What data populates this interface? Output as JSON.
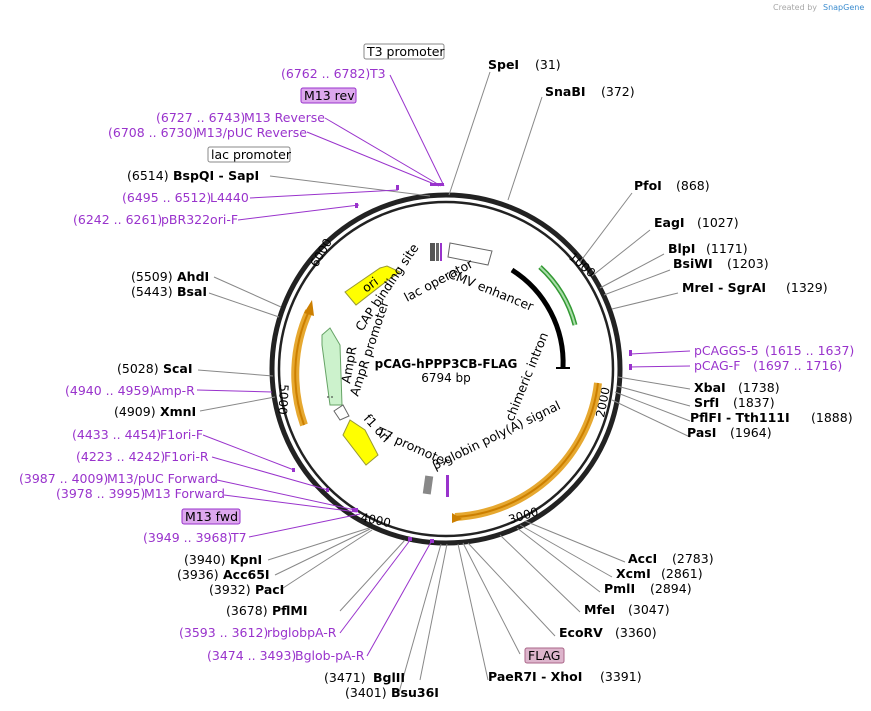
{
  "credit": {
    "prefix": "Created by",
    "brand": "SnapGene"
  },
  "plasmid": {
    "name": "pCAG-hPPP3CB-FLAG",
    "size": "6794 bp"
  },
  "ticks": [
    "1000",
    "2000",
    "3000",
    "4000",
    "5000",
    "6000"
  ],
  "enzymes": {
    "SpeI": {
      "name": "SpeI",
      "pos": "(31)"
    },
    "SnaBI": {
      "name": "SnaBI",
      "pos": "(372)"
    },
    "PfoI": {
      "name": "PfoI",
      "pos": "(868)"
    },
    "EagI": {
      "name": "EagI",
      "pos": "(1027)"
    },
    "BlpI": {
      "name": "BlpI",
      "pos": "(1171)"
    },
    "BsiWI": {
      "name": "BsiWI",
      "pos": "(1203)"
    },
    "MreI": {
      "name": "MreI - SgrAI",
      "pos": "(1329)"
    },
    "XbaI": {
      "name": "XbaI",
      "pos": "(1738)"
    },
    "SrfI": {
      "name": "SrfI",
      "pos": "(1837)"
    },
    "PflFI": {
      "name": "PflFI - Tth111I",
      "pos": "(1888)"
    },
    "PasI": {
      "name": "PasI",
      "pos": "(1964)"
    },
    "AccI": {
      "name": "AccI",
      "pos": "(2783)"
    },
    "XcmI": {
      "name": "XcmI",
      "pos": "(2861)"
    },
    "PmlI": {
      "name": "PmlI",
      "pos": "(2894)"
    },
    "MfeI": {
      "name": "MfeI",
      "pos": "(3047)"
    },
    "EcoRV": {
      "name": "EcoRV",
      "pos": "(3360)"
    },
    "PaeR7I": {
      "name": "PaeR7I - XhoI",
      "pos": "(3391)"
    },
    "BglII": {
      "name": "BglII",
      "pos": "(3471)"
    },
    "Bsu36I": {
      "name": "Bsu36I",
      "pos": "(3401)"
    },
    "PflMI": {
      "name": "PflMI",
      "pos": "(3678)"
    },
    "PacI": {
      "name": "PacI",
      "pos": "(3932)"
    },
    "Acc65I": {
      "name": "Acc65I",
      "pos": "(3936)"
    },
    "KpnI": {
      "name": "KpnI",
      "pos": "(3940)"
    },
    "XmnI": {
      "name": "XmnI",
      "pos": "(4909)"
    },
    "ScaI": {
      "name": "ScaI",
      "pos": "(5028)"
    },
    "BsaI": {
      "name": "BsaI",
      "pos": "(5443)"
    },
    "AhdI": {
      "name": "AhdI",
      "pos": "(5509)"
    },
    "BspQI": {
      "name": "BspQI - SapI",
      "pos": "(6514)"
    }
  },
  "primers": {
    "T3": {
      "range": "(6762 .. 6782)",
      "name": "T3"
    },
    "M13Reverse": {
      "range": "(6727 .. 6743)",
      "name": "M13 Reverse"
    },
    "M13pUCReverse": {
      "range": "(6708 .. 6730)",
      "name": "M13/pUC Reverse"
    },
    "L4440": {
      "range": "(6495 .. 6512)",
      "name": "L4440"
    },
    "pBR322ori": {
      "range": "(6242 .. 6261)",
      "name": "pBR322ori-F"
    },
    "pCAGGS5": {
      "name": "pCAGGS-5",
      "range": "(1615 .. 1637)"
    },
    "pCAGF": {
      "name": "pCAG-F",
      "range": "(1697 .. 1716)"
    },
    "AmpR": {
      "range": "(4940 .. 4959)",
      "name": "Amp-R"
    },
    "F1oriF": {
      "range": "(4433 .. 4454)",
      "name": "F1ori-F"
    },
    "F1oriR": {
      "range": "(4223 .. 4242)",
      "name": "F1ori-R"
    },
    "M13pUCForward": {
      "range": "(3987 .. 4009)",
      "name": "M13/pUC Forward"
    },
    "M13Forward": {
      "range": "(3978 .. 3995)",
      "name": "M13 Forward"
    },
    "T7": {
      "range": "(3949 .. 3968)",
      "name": "T7"
    },
    "rbglobpA": {
      "range": "(3593 .. 3612)",
      "name": "rbglobpA-R"
    },
    "BglobpA": {
      "range": "(3474 .. 3493)",
      "name": "Bglob-pA-R"
    }
  },
  "boxed": {
    "T3promoter": "T3 promoter",
    "M13rev": "M13 rev",
    "lacpromoter": "lac promoter",
    "M13fwd": "M13 fwd",
    "FLAG": "FLAG"
  },
  "features": {
    "cmv": "CMV enhancer",
    "intron": "chimeric intron",
    "polyA": "β-globin poly(A) signal",
    "t7prom": "T7 promoter",
    "f1ori": "f1 ori",
    "amprprom": "AmpR promoter",
    "ampr": "AmpR",
    "ori": "ori",
    "cap": "CAP binding site",
    "lacop": "lac operator"
  }
}
